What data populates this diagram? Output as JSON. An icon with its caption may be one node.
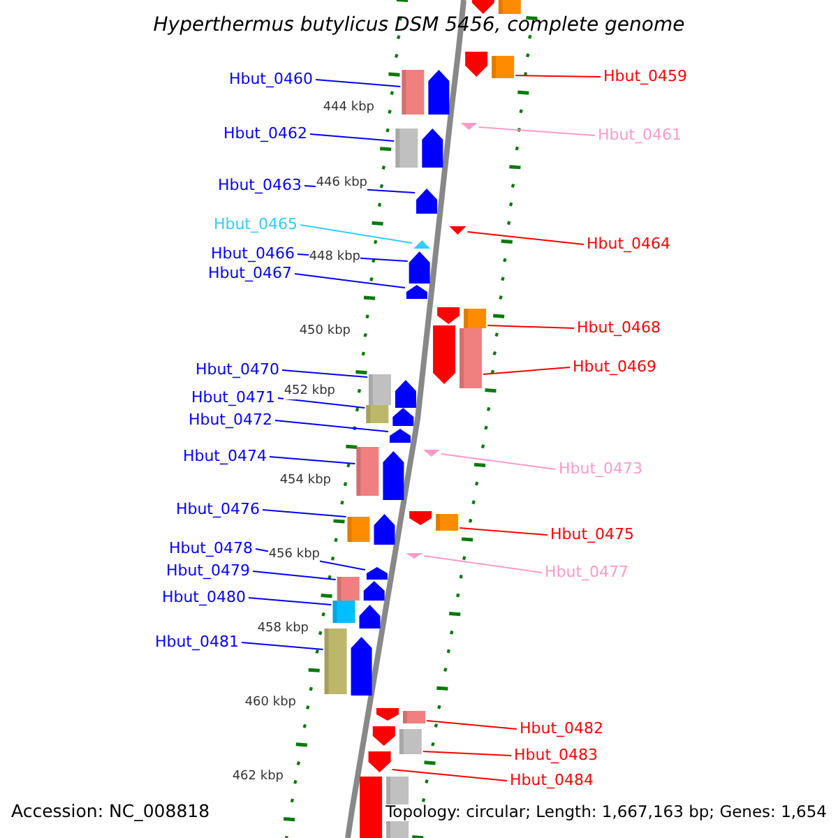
{
  "diagram": {
    "title": "Hyperthermus butylicus DSM 5456, complete genome",
    "nodes": [
      {
        "text": [
          "Hbut_0459"
        ]
      },
      {
        "text": [
          "Hbut_0460"
        ]
      },
      {
        "text": [
          "Hbut_0461"
        ]
      },
      {
        "text": [
          "Hbut_0462"
        ]
      },
      {
        "text": [
          "Hbut_0463"
        ]
      },
      {
        "text": [
          "Hbut_0465"
        ]
      },
      {
        "text": [
          "Hbut_0464"
        ]
      },
      {
        "text": [
          "Hbut_0466"
        ]
      },
      {
        "text": [
          "Hbut_0467"
        ]
      },
      {
        "text": [
          "Hbut_0468"
        ]
      },
      {
        "text": [
          "Hbut_0469"
        ]
      },
      {
        "text": [
          "Hbut_0470"
        ]
      },
      {
        "text": [
          "Hbut_0471"
        ]
      },
      {
        "text": [
          "Hbut_0472"
        ]
      },
      {
        "text": [
          "Hbut_0474"
        ]
      },
      {
        "text": [
          "Hbut_0473"
        ]
      },
      {
        "text": [
          "Hbut_0476"
        ]
      },
      {
        "text": [
          "Hbut_0475"
        ]
      },
      {
        "text": [
          "Hbut_0478"
        ]
      },
      {
        "text": [
          "Hbut_0479"
        ]
      },
      {
        "text": [
          "Hbut_0477"
        ]
      },
      {
        "text": [
          "Hbut_0480"
        ]
      },
      {
        "text": [
          "Hbut_0481"
        ]
      },
      {
        "text": [
          "Hbut_0482"
        ]
      },
      {
        "text": [
          "Hbut_0483"
        ]
      },
      {
        "text": [
          "Hbut_0484"
        ]
      },
      {
        "text": [],
        "shape": "arrow"
      },
      {
        "text": [],
        "shape": "arrow"
      },
      {
        "text": [],
        "shape": "arrow"
      },
      {
        "text": [],
        "shape": "arrow"
      },
      {
        "text": [],
        "shape": "arrow"
      },
      {
        "text": [],
        "shape": "arrow"
      },
      {
        "text": [],
        "shape": "arrow"
      },
      {
        "text": [],
        "shape": "arrow"
      },
      {
        "text": [],
        "shape": "arrow"
      },
      {
        "text": [],
        "shape": "arrow"
      },
      {
        "text": [],
        "shape": "arrow"
      },
      {
        "text": [],
        "shape": "arrow"
      },
      {
        "text": [],
        "shape": "arrow"
      },
      {
        "text": [],
        "shape": "arrow"
      },
      {
        "text": [],
        "shape": "arrow"
      },
      {
        "text": [],
        "shape": "arrow"
      },
      {
        "text": [],
        "shape": "arrow"
      },
      {
        "text": [],
        "shape": "arrow"
      },
      {
        "text": [],
        "shape": "arrow"
      },
      {
        "text": [],
        "shape": "arrow"
      },
      {
        "text": [],
        "shape": "arrow"
      },
      {
        "text": [],
        "shape": "arrow"
      },
      {
        "text": [],
        "shape": "arrow"
      },
      {
        "text": [],
        "shape": "arrow"
      },
      {
        "text": [],
        "shape": "arrow"
      },
      {
        "text": [],
        "shape": "arrow"
      }
    ],
    "edges": [
      {
        "from": 0,
        "to": 26,
        "arrow": "none",
        "color": "#ff0000"
      },
      {
        "from": 1,
        "to": 27,
        "arrow": "none"
      },
      {
        "from": 2,
        "to": 28,
        "arrow": "none",
        "color": "#ff99cc"
      },
      {
        "from": 3,
        "to": 29,
        "arrow": "none"
      },
      {
        "from": 4,
        "to": 30,
        "arrow": "none"
      },
      {
        "from": 5,
        "to": 31,
        "arrow": "none",
        "color": "#33ccff"
      },
      {
        "from": 6,
        "to": 32,
        "arrow": "none",
        "color": "#ff0000"
      },
      {
        "from": 7,
        "to": 33,
        "arrow": "none"
      },
      {
        "from": 8,
        "to": 34,
        "arrow": "none"
      },
      {
        "from": 9,
        "to": 35,
        "arrow": "none",
        "color": "#ff0000"
      },
      {
        "from": 10,
        "to": 36,
        "arrow": "none",
        "color": "#ff0000"
      },
      {
        "from": 11,
        "to": 37,
        "arrow": "none"
      },
      {
        "from": 12,
        "to": 38,
        "arrow": "none"
      },
      {
        "from": 13,
        "to": 39,
        "arrow": "none"
      },
      {
        "from": 14,
        "to": 40,
        "arrow": "none"
      },
      {
        "from": 15,
        "to": 41,
        "arrow": "none",
        "color": "#ff99cc"
      },
      {
        "from": 16,
        "to": 42,
        "arrow": "none"
      },
      {
        "from": 17,
        "to": 43,
        "arrow": "none",
        "color": "#ff0000"
      },
      {
        "from": 18,
        "to": 44,
        "arrow": "none"
      },
      {
        "from": 19,
        "to": 45,
        "arrow": "none"
      },
      {
        "from": 20,
        "to": 46,
        "arrow": "none",
        "color": "#ff99cc"
      },
      {
        "from": 21,
        "to": 47,
        "arrow": "none"
      },
      {
        "from": 22,
        "to": 48,
        "arrow": "none"
      },
      {
        "from": 23,
        "to": 49,
        "arrow": "none",
        "color": "#ff0000"
      },
      {
        "from": 24,
        "to": 50,
        "arrow": "none",
        "color": "#ff0000"
      },
      {
        "from": 25,
        "to": 51,
        "arrow": "none",
        "color": "#ff0000"
      }
    ],
    "labels": [
      "444 kbp",
      "446 kbp",
      "448 kbp",
      "450 kbp",
      "452 kbp",
      "454 kbp",
      "456 kbp",
      "458 kbp",
      "460 kbp",
      "462 kbp",
      "Accession: NC_008818",
      "Topology: circular; Length: 1,667,163 bp; Genes: 1,654"
    ]
  }
}
